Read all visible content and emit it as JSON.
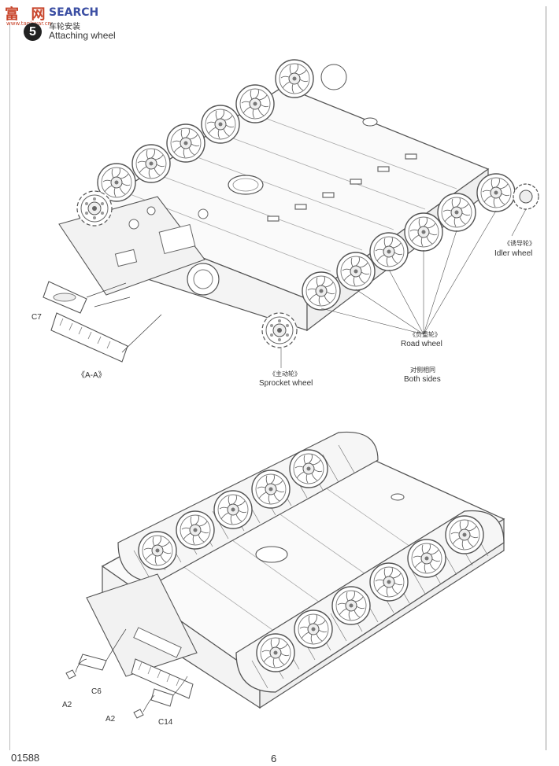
{
  "watermark": {
    "cn": "富",
    "cn2": "网",
    "en": "SEARCH",
    "url": "www.tankwar.cn"
  },
  "step": {
    "number": "5",
    "title_cn": "车轮安装",
    "title_en": "Attaching wheel"
  },
  "labels": {
    "c7": "C7",
    "aa": "《A-A》",
    "sprocket_cn": "《主动轮》",
    "sprocket_en": "Sprocket wheel",
    "road_cn": "《负重轮》",
    "road_en": "Road wheel",
    "idler_cn": "《诱导轮》",
    "idler_en": "Idler wheel",
    "both_cn": "对侧相同",
    "both_en": "Both sides",
    "a2_left": "A2",
    "c6": "C6",
    "a2_right": "A2",
    "c14": "C14"
  },
  "footer": {
    "code": "01588",
    "page": "6"
  }
}
